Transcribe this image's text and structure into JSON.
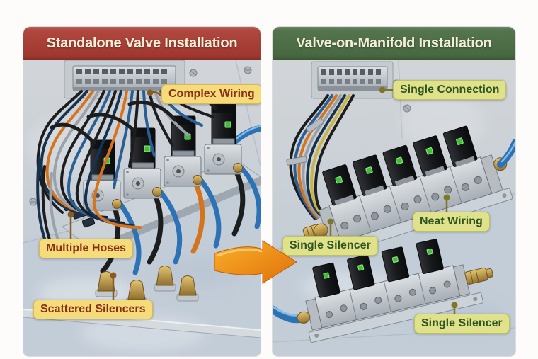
{
  "left_panel": {
    "title": "Standalone Valve Installation",
    "callouts": {
      "complex_wiring": "Complex Wiring",
      "multiple_hoses": "Multiple Hoses",
      "scattered_silencers": "Scattered Silencers"
    },
    "colors": {
      "header_bg": "#A23A31",
      "header_text": "#F6EED7",
      "callout_bg": "#F5DC7A",
      "callout_text": "#8C2D15"
    }
  },
  "right_panel": {
    "title": "Valve-on-Manifold Installation",
    "callouts": {
      "single_connection": "Single Connection",
      "neat_wiring": "Neat Wiring",
      "single_silencer_top": "Single Silencer",
      "single_silencer_bottom": "Single Silencer"
    },
    "colors": {
      "header_bg": "#4C6B47",
      "header_text": "#F2EFD8",
      "callout_bg": "#E0E28B",
      "callout_text": "#2E5423"
    }
  },
  "transition_arrow": {
    "color": "#EF8A16",
    "direction": "left-to-right"
  },
  "scene_colors": {
    "panel_metal": "#C8D0D8",
    "hose_blue": "#2D72B5",
    "wire_orange": "#D4741F",
    "brass": "#C7A34E",
    "led_green": "#3FBF37",
    "solenoid_black": "#17181B"
  }
}
